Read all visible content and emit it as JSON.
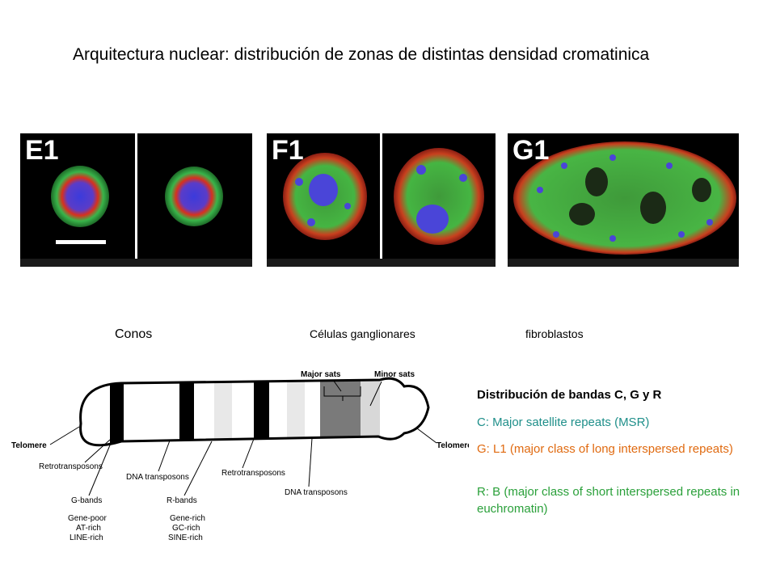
{
  "title": "Arquitectura nuclear: distribución de zonas de distintas densidad cromatinica",
  "panels": {
    "e1": "E1",
    "f1": "F1",
    "g1": "G1"
  },
  "captions": {
    "conos": "Conos",
    "ganglionares": "Células ganglionares",
    "fibroblastos": "fibroblastos"
  },
  "chromosome": {
    "major_sats": "Major sats",
    "minor_sats": "Minor sats",
    "telomere_left": "Telomere",
    "telomere_right": "Telomere",
    "retro_left": "Retrotransposons",
    "dna_left": "DNA transposons",
    "retro_mid": "Retrotransposons",
    "dna_right": "DNA transposons",
    "g_bands": "G-bands",
    "g_1": "Gene-poor",
    "g_2": "AT-rich",
    "g_3": "LINE-rich",
    "r_bands": "R-bands",
    "r_1": "Gene-rich",
    "r_2": "GC-rich",
    "r_3": "SINE-rich"
  },
  "legend": {
    "heading": "Distribución de bandas C, G y R",
    "c": "C: Major satellite repeats (MSR)",
    "g": "G: L1 (major class of long interspersed repeats)",
    "r": "R: B (major class of short interspersed repeats in euchromatin)"
  },
  "colors": {
    "c_text": "#1f8f8a",
    "g_text": "#e06a10",
    "r_text": "#2aa03a",
    "dapi": "#3b3bdc",
    "green": "#39b54a",
    "red": "#d8301e"
  }
}
